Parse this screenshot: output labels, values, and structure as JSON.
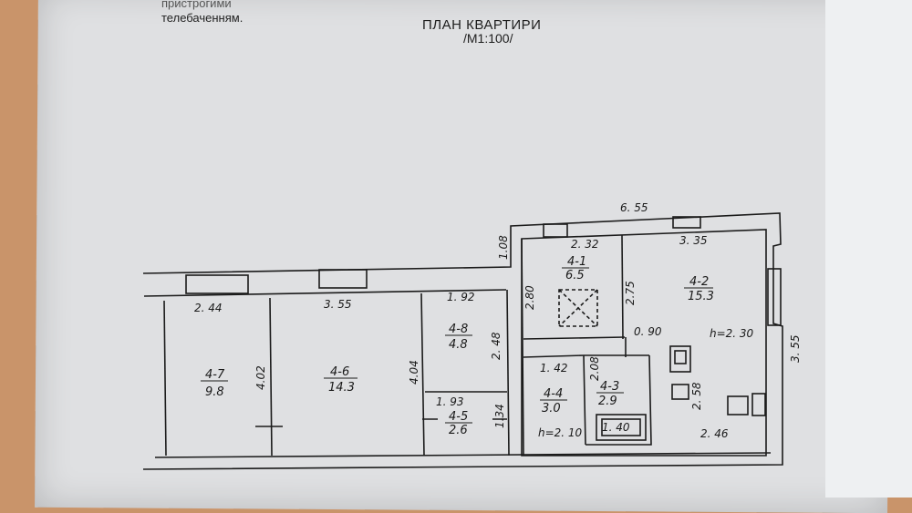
{
  "header": {
    "cut_line": "пристрогими",
    "line2": "телебаченням.",
    "title": "ПЛАН КВАРТИРИ",
    "scale": "/М1:100/"
  },
  "rooms": [
    {
      "id": "4-7",
      "area": "9.8"
    },
    {
      "id": "4-6",
      "area": "14.3"
    },
    {
      "id": "4-8",
      "area": "4.8"
    },
    {
      "id": "4-5",
      "area": "2.6"
    },
    {
      "id": "4-4",
      "area": "3.0"
    },
    {
      "id": "4-3",
      "area": "2.9"
    },
    {
      "id": "4-1",
      "area": "6.5"
    },
    {
      "id": "4-2",
      "area": "15.3"
    }
  ],
  "dimensions": {
    "d_655": "6. 55",
    "d_108": "1.08",
    "d_232": "2. 32",
    "d_335": "3. 35",
    "d_244": "2. 44",
    "d_355": "3. 55",
    "d_192": "1. 92",
    "d_280": "2.80",
    "d_275": "2.75",
    "d_402": "4.02",
    "d_404": "4.04",
    "d_248": "2. 48",
    "d_090": "0. 90",
    "d_h230": "h=2. 30",
    "d_355v": "3. 55",
    "d_142": "1. 42",
    "d_208": "2.08",
    "d_258": "2. 58",
    "d_193": "1. 93",
    "d_134": "1.34",
    "d_h210": "h=2. 10",
    "d_140": "1. 40",
    "d_246": "2. 46"
  }
}
